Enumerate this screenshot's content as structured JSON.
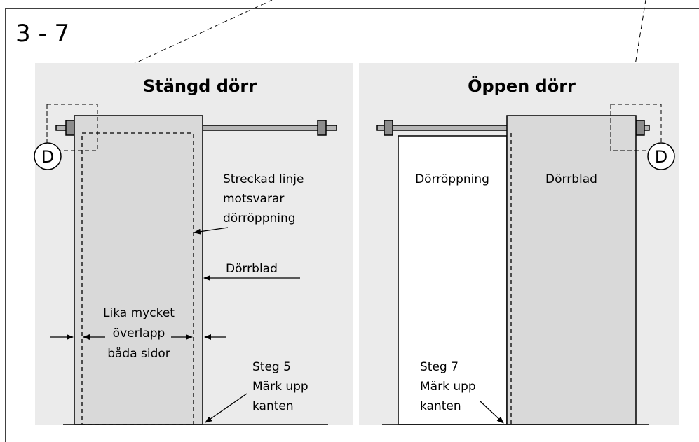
{
  "step_number": "3 - 7",
  "callout_letter": "D",
  "closed_panel": {
    "title": "Stängd dörr",
    "dashed_note": [
      "Streckad linje",
      "motsvarar",
      "dörröppning"
    ],
    "leaf_label": "Dörrblad",
    "overlap_note": [
      "Lika mycket",
      "överlapp",
      "båda sidor"
    ],
    "step_note": [
      "Steg 5",
      "Märk upp",
      "kanten"
    ]
  },
  "open_panel": {
    "title": "Öppen dörr",
    "opening_label": "Dörröppning",
    "leaf_label": "Dörrblad",
    "step_note": [
      "Steg 7",
      "Märk upp",
      "kanten"
    ]
  },
  "colors": {
    "panel_bg": "#ebebeb",
    "door_fill": "#d9d9d9",
    "hardware_fill": "#8c8c8c",
    "rail_fill": "#b5b5b5",
    "line": "#000000",
    "opening_fill": "#ffffff"
  }
}
